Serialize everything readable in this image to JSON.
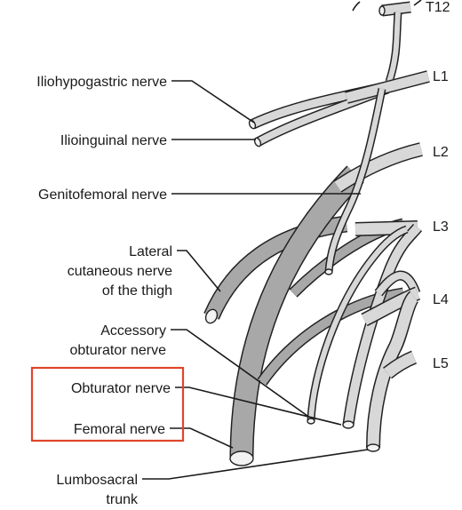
{
  "labels": {
    "iliohypogastric": "Iliohypogastric nerve",
    "ilioinguinal": "Ilioinguinal nerve",
    "genitofemoral": "Genitofemoral nerve",
    "lateral_cutaneous": [
      "Lateral",
      "cutaneous nerve",
      "of the thigh"
    ],
    "accessory_obturator": [
      "Accessory",
      "obturator nerve"
    ],
    "obturator": "Obturator nerve",
    "femoral": "Femoral nerve",
    "lumbosacral": [
      "Lumbosacral",
      "trunk"
    ]
  },
  "levels": {
    "t12": "T12",
    "l1": "L1",
    "l2": "L2",
    "l3": "L3",
    "l4": "L4",
    "l5": "L5"
  },
  "colors": {
    "highlight": "#e0452b",
    "nerve_dark": "#a8a8a8",
    "nerve_light": "#d8d8d8",
    "outline": "#222222"
  }
}
